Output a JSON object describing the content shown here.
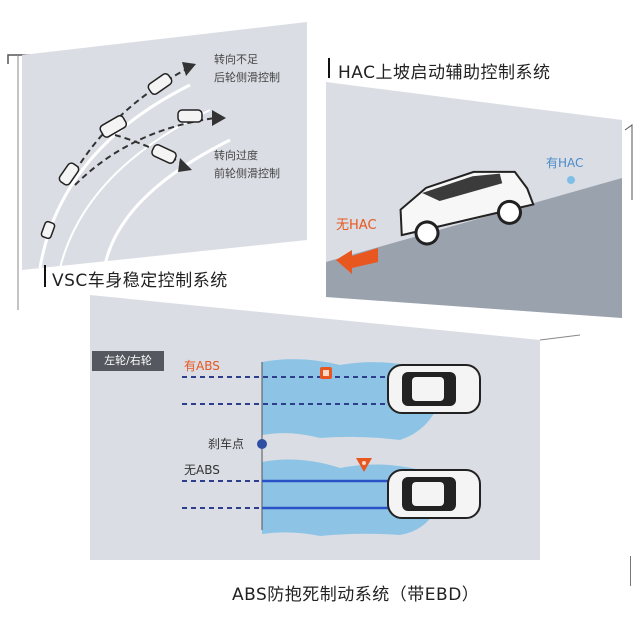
{
  "vsc": {
    "title": "VSC车身稳定控制系统",
    "understeer_line1": "转向不足",
    "understeer_line2": "后轮侧滑控制",
    "oversteer_line1": "转向过度",
    "oversteer_line2": "前轮侧滑控制"
  },
  "hac": {
    "title": "HAC上坡启动辅助控制系统",
    "with_label": "有HAC",
    "without_label": "无HAC"
  },
  "abs": {
    "title": "ABS防抱死制动系统（带EBD）",
    "wheel_tag": "左轮/右轮",
    "with_label": "有ABS",
    "brake_point": "刹车点",
    "without_label": "无ABS"
  },
  "colors": {
    "panel": "#dadde3",
    "slope": "#9aa2ae",
    "orange": "#e8571f",
    "blue_dash": "#2d3e8a",
    "blue_line": "#2a52c7",
    "water": "#7fbfe6",
    "dot": "#2f4fa3"
  }
}
